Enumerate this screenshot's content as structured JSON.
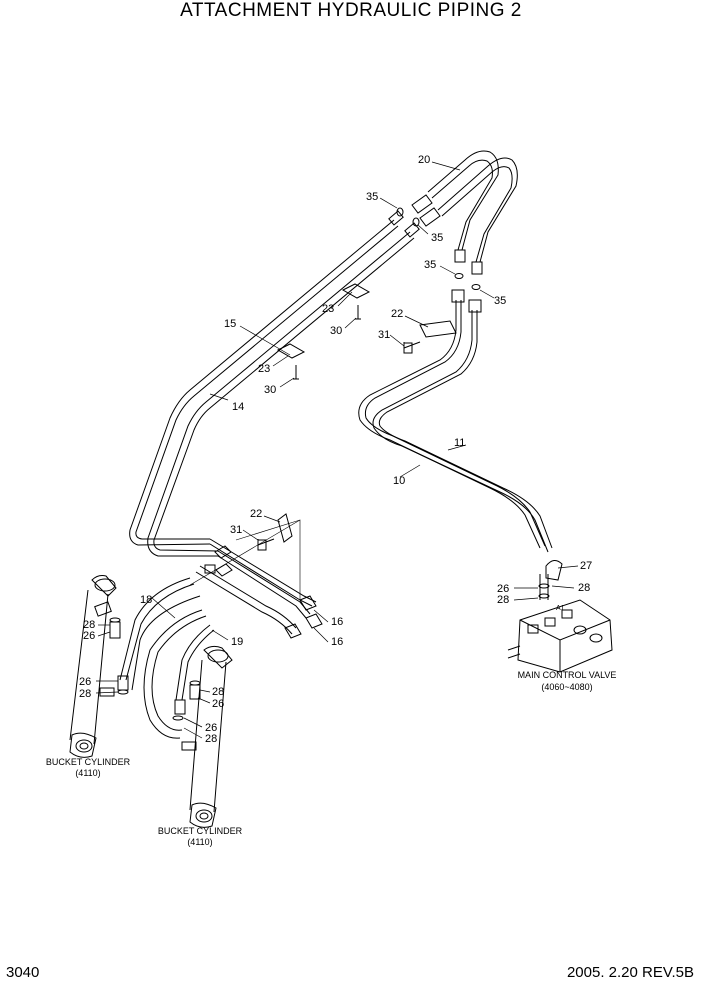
{
  "title": "ATTACHMENT HYDRAULIC PIPING 2",
  "page_number": "3040",
  "revision": "2005. 2.20  REV.5B",
  "part_labels": [
    {
      "id": "p20",
      "text": "20"
    },
    {
      "id": "p35a",
      "text": "35"
    },
    {
      "id": "p35b",
      "text": "35"
    },
    {
      "id": "p35c",
      "text": "35"
    },
    {
      "id": "p35d",
      "text": "35"
    },
    {
      "id": "p23a",
      "text": "23"
    },
    {
      "id": "p30a",
      "text": "30"
    },
    {
      "id": "p22a",
      "text": "22"
    },
    {
      "id": "p31a",
      "text": "31"
    },
    {
      "id": "p15",
      "text": "15"
    },
    {
      "id": "p23b",
      "text": "23"
    },
    {
      "id": "p30b",
      "text": "30"
    },
    {
      "id": "p14",
      "text": "14"
    },
    {
      "id": "p11",
      "text": "11"
    },
    {
      "id": "p10",
      "text": "10"
    },
    {
      "id": "p22b",
      "text": "22"
    },
    {
      "id": "p31b",
      "text": "31"
    },
    {
      "id": "p27",
      "text": "27"
    },
    {
      "id": "p26a",
      "text": "26"
    },
    {
      "id": "p28a",
      "text": "28"
    },
    {
      "id": "p28b",
      "text": "28"
    },
    {
      "id": "p18",
      "text": "18"
    },
    {
      "id": "p16a",
      "text": "16"
    },
    {
      "id": "p16b",
      "text": "16"
    },
    {
      "id": "p19",
      "text": "19"
    },
    {
      "id": "p28c",
      "text": "28"
    },
    {
      "id": "p26b",
      "text": "26"
    },
    {
      "id": "p26c",
      "text": "26"
    },
    {
      "id": "p28d",
      "text": "28"
    },
    {
      "id": "p28e",
      "text": "28"
    },
    {
      "id": "p26d",
      "text": "26"
    },
    {
      "id": "p26e",
      "text": "26"
    },
    {
      "id": "p28f",
      "text": "28"
    }
  ],
  "component_labels": {
    "main_control_valve": "MAIN CONTROL VALVE",
    "main_control_valve_ref": "(4060~4080)",
    "bucket_cylinder_left": "BUCKET CYLINDER",
    "bucket_cylinder_left_ref": "(4110)",
    "bucket_cylinder_right": "BUCKET CYLINDER",
    "bucket_cylinder_right_ref": "(4110)",
    "valve_port": "A1"
  }
}
